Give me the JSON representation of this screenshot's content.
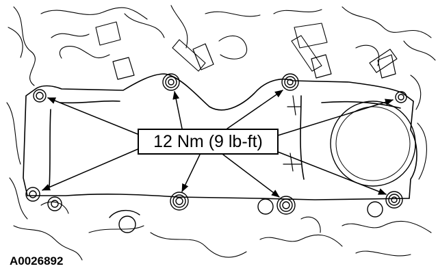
{
  "diagram": {
    "callout": "12 Nm (9 lb-ft)",
    "figure_id": "A0026892",
    "fasteners": [
      "bolt-upper-left",
      "bolt-upper-mid-left",
      "bolt-upper-mid-right",
      "bolt-upper-right",
      "bolt-lower-left",
      "bolt-lower-mid-left",
      "bolt-lower-mid-right",
      "bolt-lower-right"
    ],
    "colors": {
      "line": "#000000",
      "background": "#ffffff"
    }
  }
}
